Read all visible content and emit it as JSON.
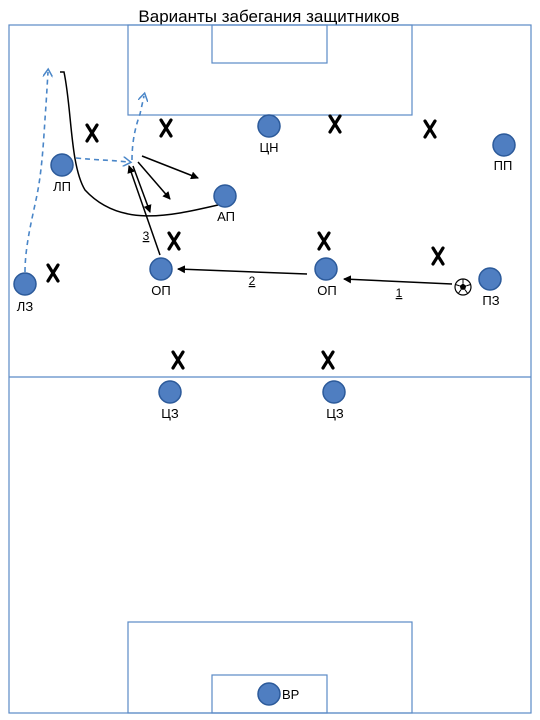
{
  "title": "Варианты забегания защитников",
  "colors": {
    "field_line": "#5b8ac6",
    "player_fill": "#4f7ec1",
    "player_stroke": "#2c5a9a",
    "opponent": "#000000",
    "run_dashed": "#4a86c8",
    "pass_arrow": "#000000"
  },
  "players": [
    {
      "id": "cn",
      "label": "ЦН"
    },
    {
      "id": "pp",
      "label": "ПП"
    },
    {
      "id": "lp",
      "label": "ЛП"
    },
    {
      "id": "ap",
      "label": "АП"
    },
    {
      "id": "op_left",
      "label": "ОП"
    },
    {
      "id": "op_right",
      "label": "ОП"
    },
    {
      "id": "pz",
      "label": "ПЗ"
    },
    {
      "id": "lz",
      "label": "ЛЗ"
    },
    {
      "id": "cz_left",
      "label": "ЦЗ"
    },
    {
      "id": "cz_right",
      "label": "ЦЗ"
    },
    {
      "id": "vr",
      "label": "ВР"
    }
  ],
  "pass_labels": [
    "1",
    "2",
    "3"
  ],
  "icons": {
    "opponent": "cross-icon",
    "ball": "soccer-ball-icon"
  }
}
